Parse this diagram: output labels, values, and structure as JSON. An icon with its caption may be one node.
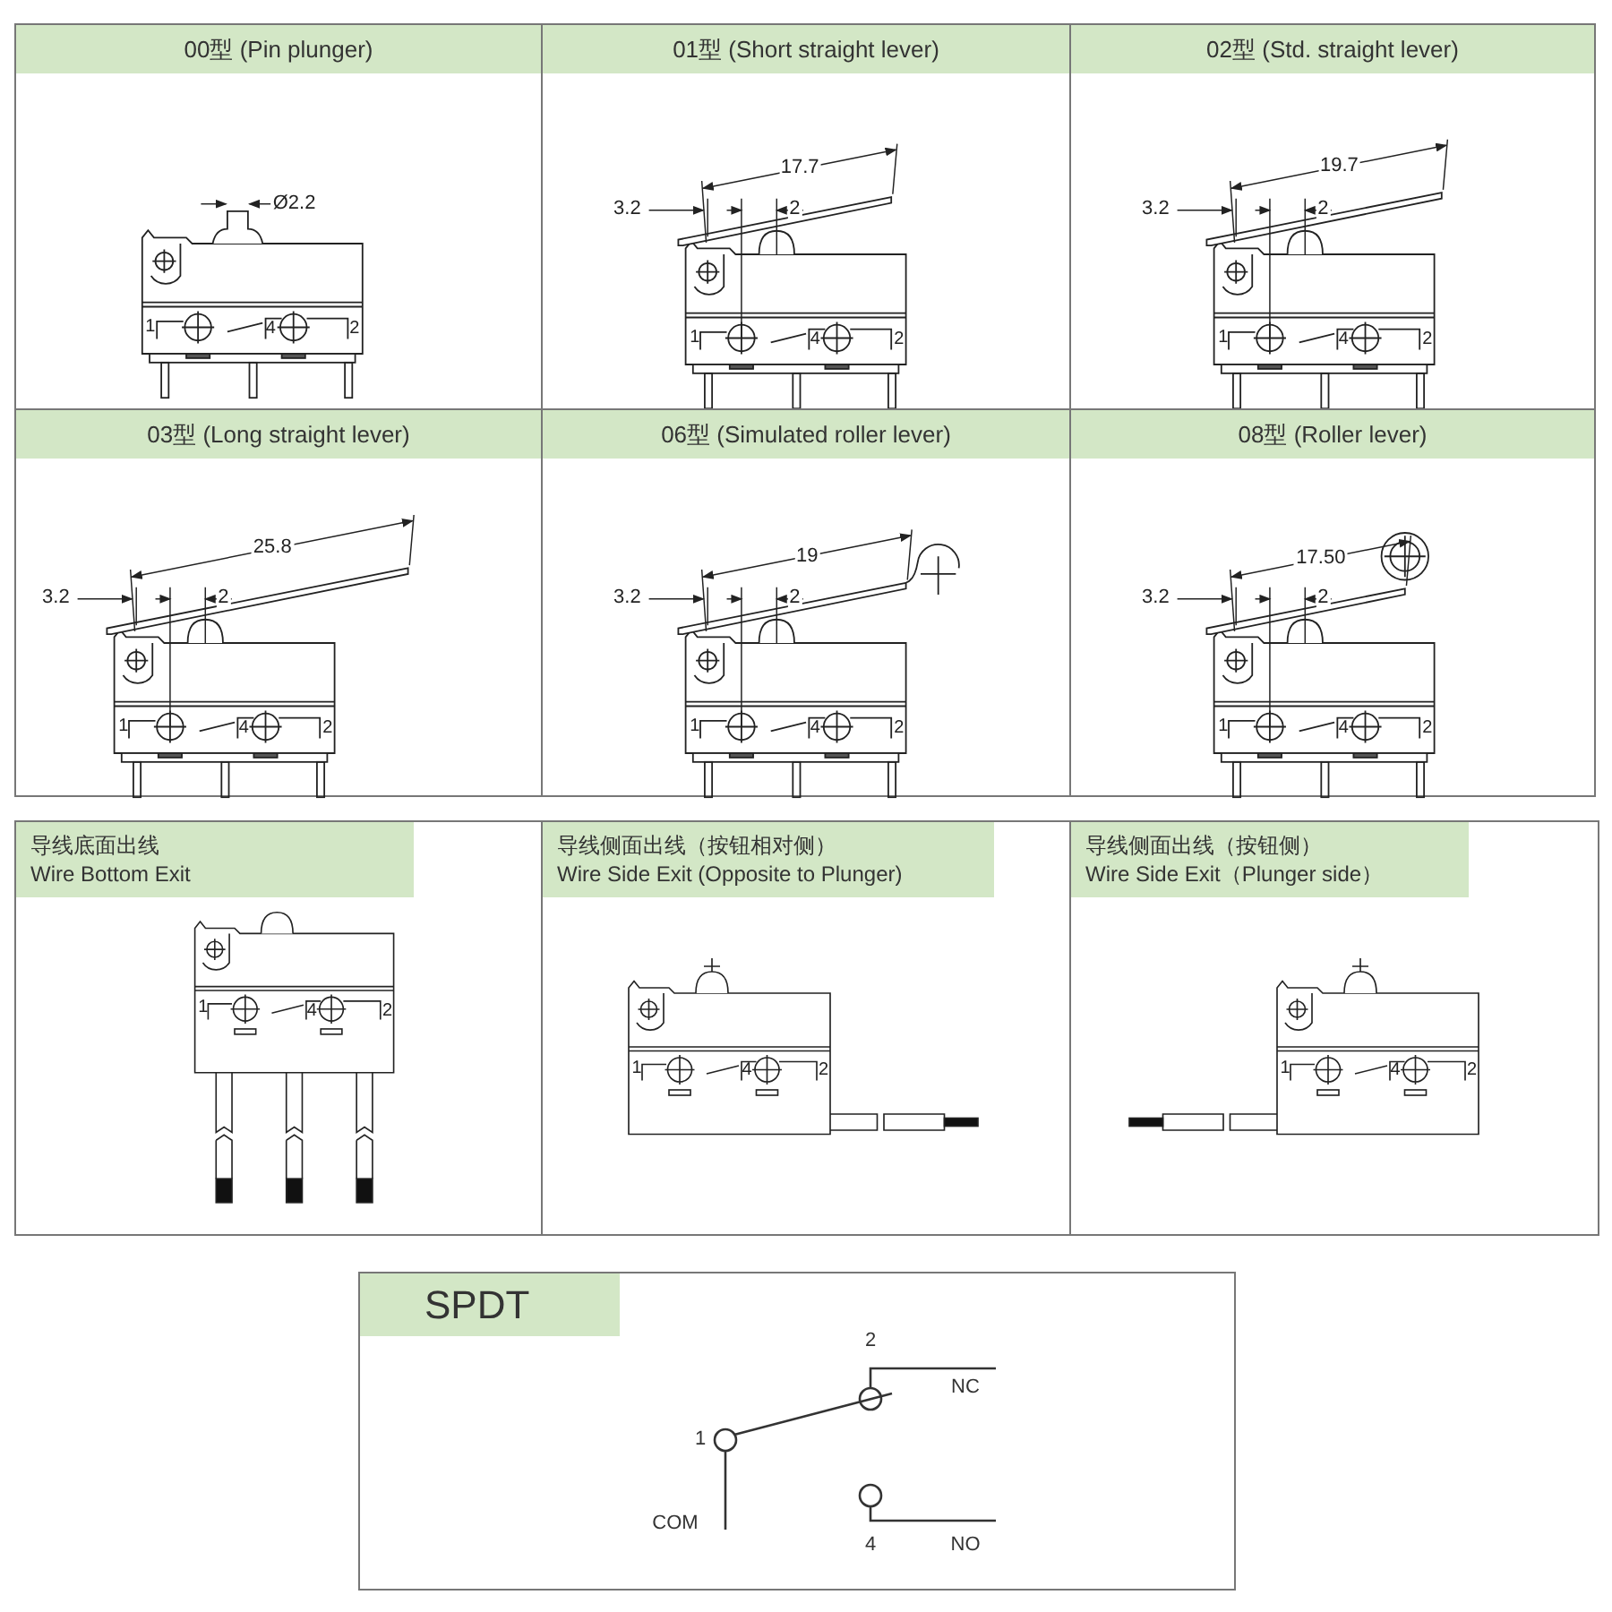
{
  "diagram": {
    "nodes": [
      {
        "text": [
          "00型 (Pin plunger)"
        ]
      },
      {
        "text": [
          "01型 (Short straight lever)"
        ]
      },
      {
        "text": [
          "02型 (Std. straight lever)"
        ]
      },
      {
        "text": [
          "03型 (Long straight lever)"
        ]
      },
      {
        "text": [
          "06型 (Simulated roller lever)"
        ]
      },
      {
        "text": [
          "08型 (Roller lever)"
        ]
      },
      {
        "text": [
          "导线底面出线",
          "Wire Bottom Exit"
        ]
      },
      {
        "text": [
          "导线侧面出线（按钮相对侧）",
          "Wire Side Exit (Opposite to Plunger)"
        ]
      },
      {
        "text": [
          "导线侧面出线（按钮侧）",
          "Wire  Side Exit（Plunger side）"
        ]
      },
      {
        "text": [
          "SPDT"
        ]
      }
    ],
    "labels": [
      "Ø2.2",
      "1",
      "4",
      "2",
      "17.7",
      "3.2",
      "2",
      "1",
      "4",
      "2",
      "19.7",
      "3.2",
      "2",
      "1",
      "4",
      "2",
      "25.8",
      "3.2",
      "2",
      "1",
      "4",
      "2",
      "19",
      "3.2",
      "2",
      "1",
      "4",
      "2",
      "17.50",
      "3.2",
      "2",
      "1",
      "4",
      "2",
      "1",
      "4",
      "2",
      "1",
      "4",
      "2",
      "1",
      "4",
      "2",
      "2",
      "NC",
      "1",
      "COM",
      "4",
      "NO"
    ]
  }
}
